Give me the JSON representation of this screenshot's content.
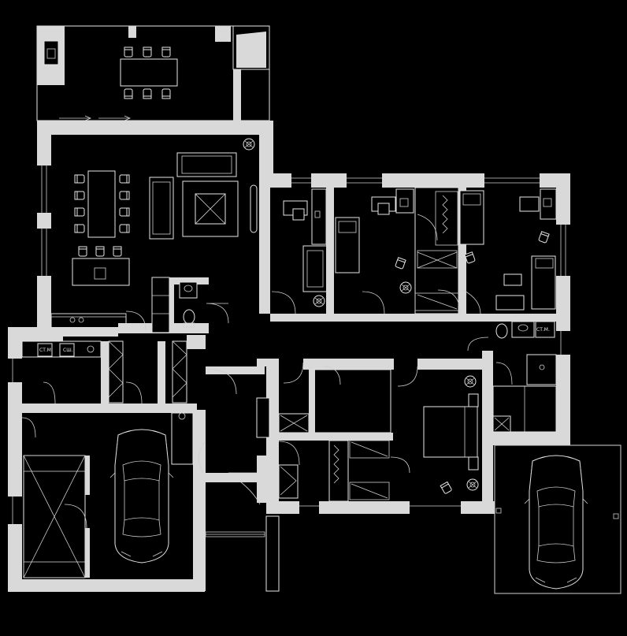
{
  "plan": {
    "background": "#000000",
    "wall_color": "#d9d9d9",
    "line_color": "#e6e6e6"
  },
  "labels": {
    "washer_1": "СТ.М.",
    "dryer_1": "СШ.",
    "washer_2": "СТ.М."
  }
}
